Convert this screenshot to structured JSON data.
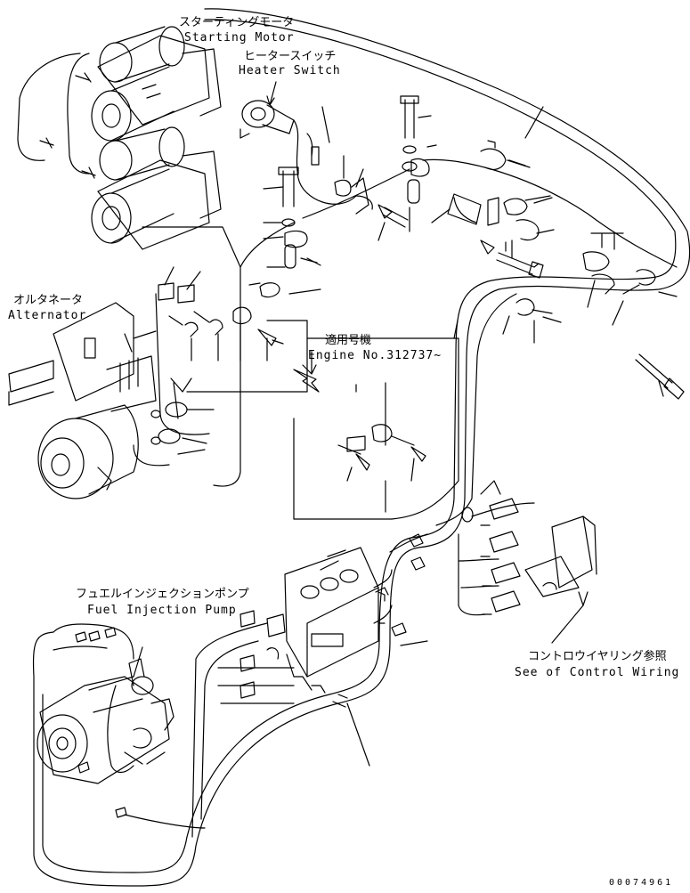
{
  "labels": {
    "starting_motor_jp": "スターティングモータ",
    "starting_motor_en": "Starting Motor",
    "heater_switch_jp": "ヒータースイッチ",
    "heater_switch_en": "Heater Switch",
    "alternator_jp": "オルタネータ",
    "alternator_en": "Alternator",
    "applicable_jp": "適用号機",
    "applicable_en": "Engine No.312737~",
    "fuel_pump_jp": "フュエルインジェクションポンプ",
    "fuel_pump_en": "Fuel Injection Pump",
    "control_wiring_jp": "コントロウイヤリング参照",
    "control_wiring_en": "See of Control Wiring"
  },
  "part_number": "00074961",
  "colors": {
    "ink": "#000000",
    "paper": "#ffffff"
  }
}
